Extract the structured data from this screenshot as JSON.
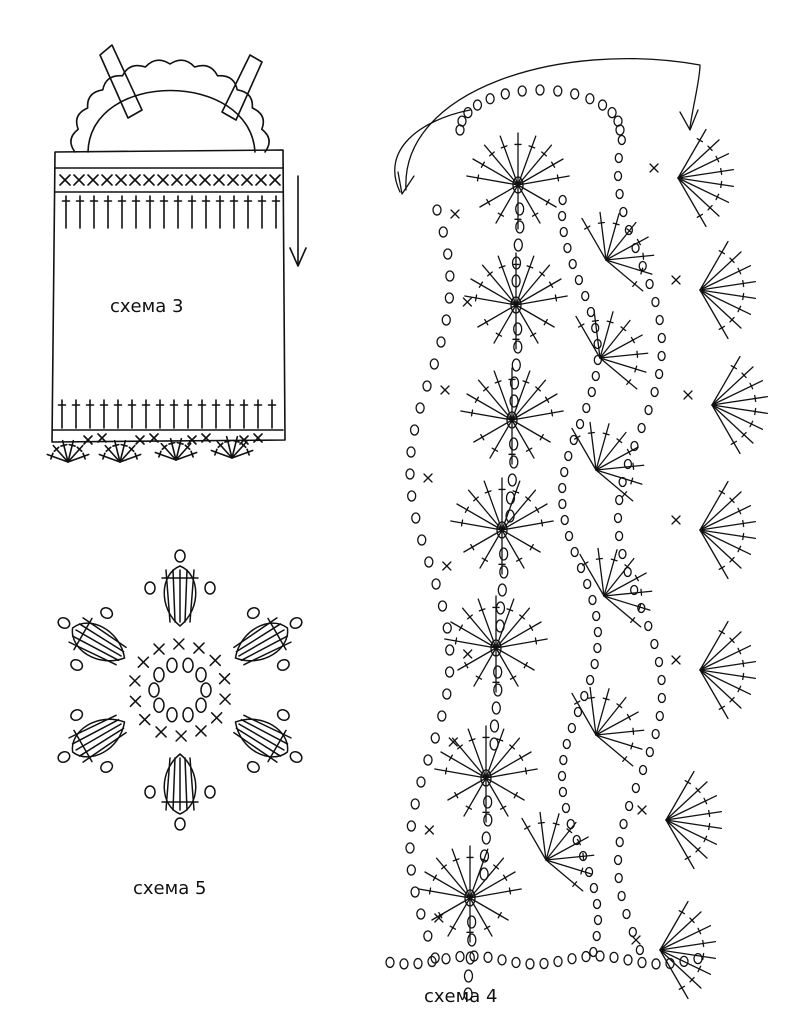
{
  "labels": {
    "scheme3": "схема 3",
    "scheme4": "схема 4",
    "scheme5": "схема 5"
  },
  "colors": {
    "ink": "#111111",
    "paper": "#ffffff"
  }
}
